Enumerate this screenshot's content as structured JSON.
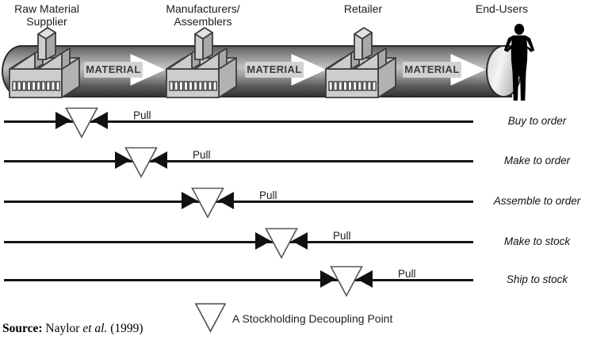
{
  "title": "Supply chain decoupling point diagram",
  "colors": {
    "background": "#ffffff",
    "pipe_dark": "#353535",
    "pipe_light": "#c2c2c2",
    "material_box": "#d2d2d2",
    "flow_arrow": "#ffffff",
    "line": "#161616",
    "decoupling_fill": "#ffffff",
    "decoupling_stroke": "#555555",
    "silhouette": "#000000"
  },
  "pipeline": {
    "flow_label": "MATERIAL",
    "stages": [
      {
        "line1": "Raw Material",
        "line2": "Supplier"
      },
      {
        "line1": "Manufacturers/",
        "line2": "Assemblers"
      },
      {
        "line1": "Retailer"
      },
      {
        "line1": "End-Users"
      }
    ]
  },
  "strategies": [
    {
      "label": "Buy to order",
      "pull_label": "Pull"
    },
    {
      "label": "Make to order",
      "pull_label": "Pull"
    },
    {
      "label": "Assemble to order",
      "pull_label": "Pull"
    },
    {
      "label": "Make to stock",
      "pull_label": "Pull"
    },
    {
      "label": "Ship to stock",
      "pull_label": "Pull"
    }
  ],
  "legend": {
    "label": "A Stockholding Decoupling Point"
  },
  "source": {
    "prefix": "Source:",
    "authors": " Naylor ",
    "et_al": "et al.",
    "year": " (1999)"
  }
}
